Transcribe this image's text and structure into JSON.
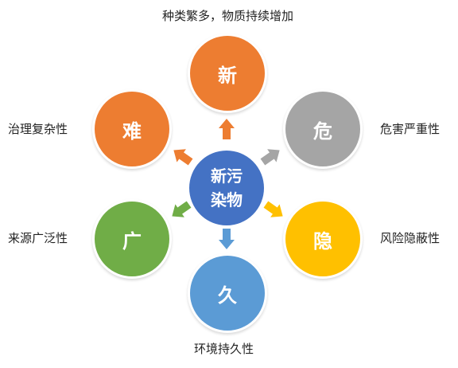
{
  "center": {
    "line1": "新污",
    "line2": "染物",
    "color": "#4472C4"
  },
  "nodes": [
    {
      "key": "new",
      "label": "新",
      "description": "种类繁多，物质持续增加",
      "color": "#ED7D31"
    },
    {
      "key": "danger",
      "label": "危",
      "description": "危害严重性",
      "color": "#A5A5A5"
    },
    {
      "key": "hidden",
      "label": "隐",
      "description": "风险隐蔽性",
      "color": "#FFC000"
    },
    {
      "key": "long",
      "label": "久",
      "description": "环境持久性",
      "color": "#5B9BD5"
    },
    {
      "key": "wide",
      "label": "广",
      "description": "来源广泛性",
      "color": "#70AD47"
    },
    {
      "key": "hard",
      "label": "难",
      "description": "治理复杂性",
      "color": "#ED7D31"
    }
  ]
}
